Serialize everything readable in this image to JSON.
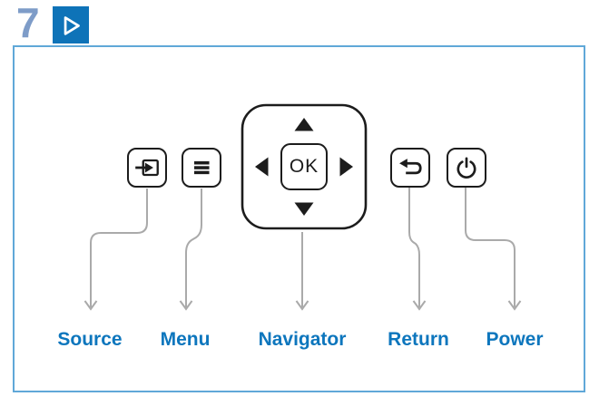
{
  "header": {
    "step_number": "7",
    "icon": "play-icon"
  },
  "navigator": {
    "ok_label": "OK",
    "directions": [
      "up",
      "left",
      "right",
      "down"
    ]
  },
  "buttons": [
    {
      "id": "source",
      "icon": "source-input-icon",
      "label": "Source"
    },
    {
      "id": "menu",
      "icon": "menu-icon",
      "label": "Menu"
    },
    {
      "id": "navigator",
      "icon": "navigator-pad",
      "label": "Navigator"
    },
    {
      "id": "return",
      "icon": "return-arrow-icon",
      "label": "Return"
    },
    {
      "id": "power",
      "icon": "power-icon",
      "label": "Power"
    }
  ],
  "colors": {
    "accent_blue": "#0e73b8",
    "label_blue": "#0d76bd",
    "panel_border": "#60a8d8",
    "step_number": "#7e9cc8",
    "icon_black": "#1c1c1c",
    "leader_gray": "#aaaaaa"
  }
}
